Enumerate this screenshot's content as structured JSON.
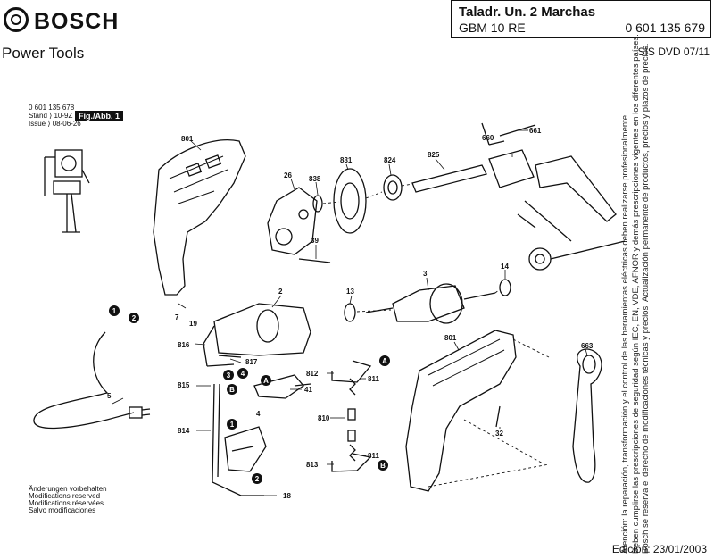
{
  "header": {
    "brand": "BOSCH",
    "subtitle": "Power Tools",
    "product_name": "Taladr. Un. 2 Marchas",
    "model": "GBM 10 RE",
    "part_number": "0 601 135 679",
    "sis": "SIS DVD 07/11"
  },
  "figure_info": {
    "ref_number": "0 601 135 678",
    "stand": "Stand ⟩ 10-9Z",
    "issue": "Issue ⟩ 08-06-26",
    "fig_label": "Fig./Abb. 1"
  },
  "notes": {
    "changes": [
      "Änderungen vorbehalten",
      "Modifications reserved",
      "Modifications réservées",
      "Salvo modificaciones"
    ],
    "side_text": [
      "Atención: la reparación, transformación y el control de las herramientas eléctricas deben realizarse profesionalmente.",
      "Deben cumplirse las prescripciones de seguridad según IEC, EN, VDE, AFNOR y demás prescripciones vigentes en los diferentes países.",
      "Bosch se reserva el derecho de modificaciones técnicas y precios. Actualización permanente de productos, precios y plazos de precios."
    ],
    "edition": "Edición: 23/01/2003"
  },
  "part_labels": [
    {
      "id": "801",
      "text": "801"
    },
    {
      "id": "26",
      "text": "26"
    },
    {
      "id": "838",
      "text": "838"
    },
    {
      "id": "831",
      "text": "831"
    },
    {
      "id": "824",
      "text": "824"
    },
    {
      "id": "825",
      "text": "825"
    },
    {
      "id": "660",
      "text": "660"
    },
    {
      "id": "661",
      "text": "661"
    },
    {
      "id": "39",
      "text": "39"
    },
    {
      "id": "3",
      "text": "3"
    },
    {
      "id": "14",
      "text": "14"
    },
    {
      "id": "13",
      "text": "13"
    },
    {
      "id": "2",
      "text": "2"
    },
    {
      "id": "7",
      "text": "7"
    },
    {
      "id": "19",
      "text": "19"
    },
    {
      "id": "816",
      "text": "816"
    },
    {
      "id": "817",
      "text": "817"
    },
    {
      "id": "815",
      "text": "815"
    },
    {
      "id": "41",
      "text": "41"
    },
    {
      "id": "814",
      "text": "814"
    },
    {
      "id": "4",
      "text": "4"
    },
    {
      "id": "18",
      "text": "18"
    },
    {
      "id": "5",
      "text": "5"
    },
    {
      "id": "812",
      "text": "812"
    },
    {
      "id": "811a",
      "text": "811"
    },
    {
      "id": "810",
      "text": "810"
    },
    {
      "id": "811b",
      "text": "811"
    },
    {
      "id": "813",
      "text": "813"
    },
    {
      "id": "801b",
      "text": "801"
    },
    {
      "id": "32",
      "text": "32"
    },
    {
      "id": "663",
      "text": "663"
    }
  ],
  "markers": {
    "one": "1",
    "two": "2",
    "three": "3",
    "four": "4",
    "A": "A",
    "B": "B"
  }
}
